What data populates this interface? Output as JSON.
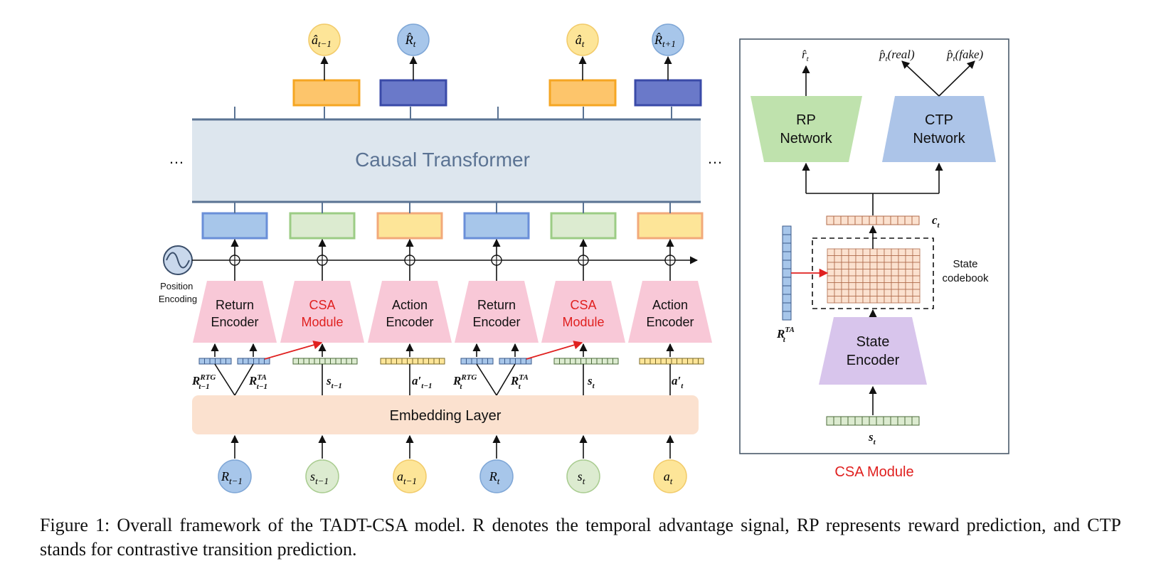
{
  "diagram": {
    "transformer_label": "Causal Transformer",
    "ellipsis": "…",
    "embedding_label": "Embedding Layer",
    "position_encoding": [
      "Position",
      "Encoding"
    ],
    "encoders": [
      {
        "l1": "Return",
        "l2": "Encoder",
        "red": false
      },
      {
        "l1": "CSA",
        "l2": "Module",
        "red": true
      },
      {
        "l1": "Action",
        "l2": "Encoder",
        "red": false
      },
      {
        "l1": "Return",
        "l2": "Encoder",
        "red": false
      },
      {
        "l1": "CSA",
        "l2": "Module",
        "red": true
      },
      {
        "l1": "Action",
        "l2": "Encoder",
        "red": false
      }
    ],
    "inputs": [
      {
        "base": "R",
        "sub": "t−1",
        "color": "blue"
      },
      {
        "base": "s",
        "sub": "t−1",
        "color": "green"
      },
      {
        "base": "a",
        "sub": "t−1",
        "color": "yellow"
      },
      {
        "base": "R",
        "sub": "t",
        "color": "blue"
      },
      {
        "base": "s",
        "sub": "t",
        "color": "green"
      },
      {
        "base": "a",
        "sub": "t",
        "color": "yellow"
      }
    ],
    "outputs": [
      {
        "base": "â",
        "sub": "t−1",
        "color": "yellow"
      },
      {
        "base": "R̂",
        "sub": "t",
        "color": "blue"
      },
      {
        "base": "â",
        "sub": "t",
        "color": "yellow"
      },
      {
        "base": "R̂",
        "sub": "t+1",
        "color": "blue"
      }
    ],
    "token_labels": [
      {
        "base": "R",
        "sub": "t−1",
        "sup": "RTG"
      },
      {
        "base": "R",
        "sub": "t−1",
        "sup": "TA"
      },
      {
        "base": "s",
        "sub": "t−1",
        "sup": ""
      },
      {
        "base": "a′",
        "sub": "t−1",
        "sup": ""
      },
      {
        "base": "R",
        "sub": "t",
        "sup": "RTG"
      },
      {
        "base": "R",
        "sub": "t",
        "sup": "TA"
      },
      {
        "base": "s",
        "sub": "t",
        "sup": ""
      },
      {
        "base": "a′",
        "sub": "t",
        "sup": ""
      }
    ]
  },
  "csa_module": {
    "title": "CSA Module",
    "rp_network": [
      "RP",
      "Network"
    ],
    "ctp_network": [
      "CTP",
      "Network"
    ],
    "state_encoder": [
      "State",
      "Encoder"
    ],
    "state_codebook": [
      "State",
      "codebook"
    ],
    "r_hat": {
      "base": "r̂",
      "sub": "t"
    },
    "p_real": "p̂t(real)",
    "p_real_base": "p̂",
    "p_real_sub": "t",
    "p_real_arg": "(real)",
    "p_fake_base": "p̂",
    "p_fake_sub": "t",
    "p_fake_arg": "(fake)",
    "c_label": {
      "base": "c",
      "sub": "t"
    },
    "r_ta_label": {
      "base": "R",
      "sub": "t",
      "sup": "TA"
    },
    "s_label": {
      "base": "s",
      "sub": "t"
    }
  },
  "caption": "Figure 1: Overall framework of the TADT-CSA model. R denotes the temporal advantage signal, RP represents reward prediction, and CTP stands for contrastive transition prediction.",
  "colors": {
    "blue_circle": "#a7c6ea",
    "green_circle": "#dcebd0",
    "yellow_circle": "#fde598",
    "pink_encoder": "#f8c8d7",
    "transformer_fill": "#dde6ee",
    "embedding_fill": "#fbe1cf",
    "rp_fill": "#bfe2ad",
    "ctp_fill": "#acc4e8",
    "state_encoder_fill": "#d8c5ec",
    "red_text": "#e0201f"
  }
}
